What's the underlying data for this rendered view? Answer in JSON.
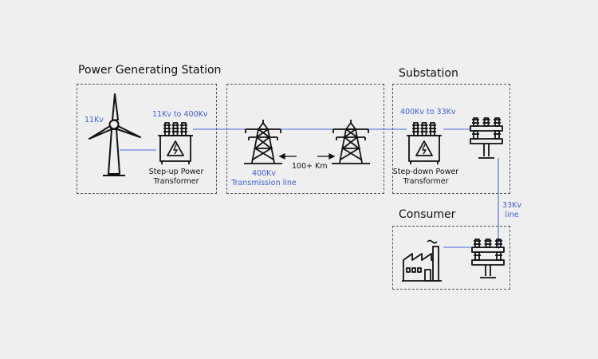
{
  "diagram": {
    "sections": {
      "generating_station": "Power Generating Station",
      "substation": "Substation",
      "consumer": "Consumer"
    },
    "labels": {
      "generator_voltage": "11Kv",
      "step_up_rating": "11Kv to 400Kv",
      "step_up_name_line1": "Step-up Power",
      "step_up_name_line2": "Transformer",
      "transmission_voltage": "400Kv",
      "transmission_name": "Transmission line",
      "distance": "100+ Km",
      "step_down_rating": "400Kv to 33Kv",
      "step_down_name_line1": "Step-down Power",
      "step_down_name_line2": "Transformer",
      "distribution_voltage": "33Kv",
      "distribution_name": "line"
    },
    "colors": {
      "line": "#4a6ae0",
      "label_blue": "#3f5fd6",
      "stroke": "#111111",
      "box_border": "#555555",
      "background": "#efefef"
    },
    "icons": [
      "wind-turbine-icon",
      "transformer-icon",
      "transmission-tower-icon",
      "pole-insulator-icon",
      "factory-icon",
      "double-arrow-icon"
    ]
  }
}
